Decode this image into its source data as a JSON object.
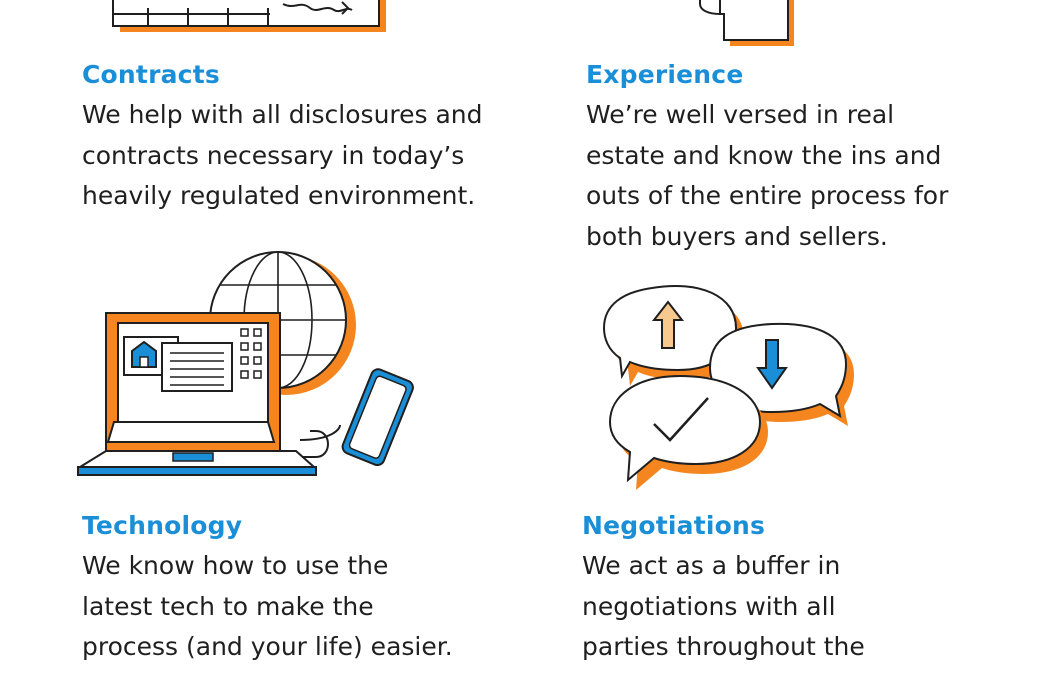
{
  "colors": {
    "accent_orange": "#f4851f",
    "heading_blue": "#1a8fd8",
    "line_dark": "#1f1f1f",
    "arrow_up_fill": "#f8c98e",
    "arrow_down_fill": "#1a8fd8",
    "laptop_base_blue": "#1a8fd8"
  },
  "icons": {
    "contracts": "contract-document-icon",
    "experience": "person-silhouette-icon",
    "technology": "laptop-globe-phone-icon",
    "negotiations": "speech-bubbles-icon"
  },
  "sections": {
    "contracts": {
      "title": "Contracts",
      "lines": [
        "We help with all disclosures and",
        "contracts necessary in today’s",
        "heavily regulated environment."
      ]
    },
    "experience": {
      "title": "Experience",
      "lines": [
        "We’re well versed in real",
        "estate and know the ins and",
        "outs of the entire process for",
        "both buyers and sellers."
      ]
    },
    "technology": {
      "title": "Technology",
      "lines": [
        "We know how to use the",
        "latest tech to make the",
        "process (and your life) easier."
      ]
    },
    "negotiations": {
      "title": "Negotiations",
      "lines": [
        "We act as a buffer in",
        "negotiations with all",
        "parties throughout the"
      ]
    }
  }
}
